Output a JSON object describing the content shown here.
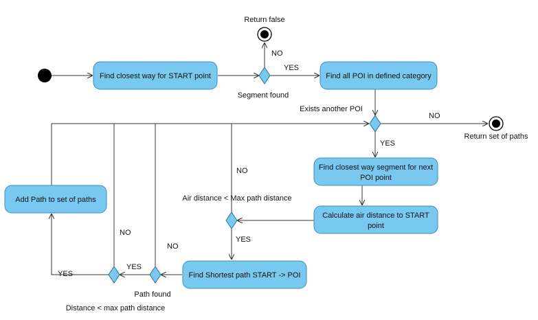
{
  "activities": {
    "find_closest_way": [
      "Find closest way for START point"
    ],
    "find_all_poi": [
      "Find all POI in defined category"
    ],
    "find_closest_segment": [
      "Find closest way segment for next",
      "POI point"
    ],
    "calc_air_distance": [
      "Calculate air distance to START",
      "point"
    ],
    "find_shortest_path": [
      "Find Shortest path START -> POI"
    ],
    "add_path": [
      "Add Path to set of paths"
    ]
  },
  "labels": {
    "return_false": "Return false",
    "return_set": "Return set of paths",
    "segment_found": "Segment found",
    "exists_poi": "Exists another POI",
    "air_distance": "Air distance < Max path distance",
    "path_found": "Path found",
    "distance_max": "Distance < max path distance",
    "yes": "YES",
    "no": "NO"
  },
  "colors": {
    "activity_fill": "#79c8ef",
    "activity_stroke": "#3c8dbd",
    "decision_fill": "#79c8ef",
    "edge": "#333333"
  }
}
